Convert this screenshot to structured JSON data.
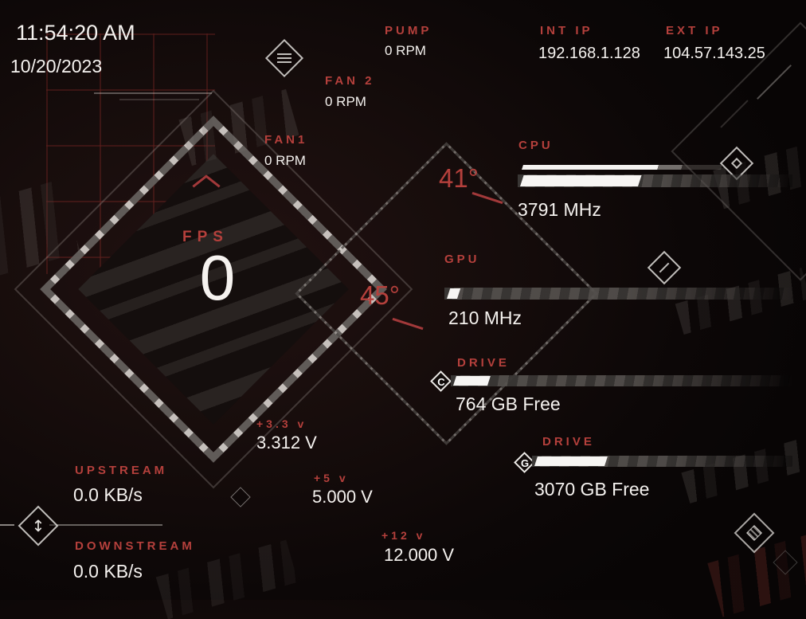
{
  "colors": {
    "accent_red": "#b5403c",
    "value_white": "#f5f2ef",
    "background": "#0c0707"
  },
  "clock": {
    "time": "11:54:20 AM",
    "date": "10/20/2023"
  },
  "pump": {
    "label": "PUMP",
    "value": "0 RPM"
  },
  "fan2": {
    "label": "FAN 2",
    "value": "0 RPM"
  },
  "fan1": {
    "label": "FAN1",
    "value": "0 RPM"
  },
  "int_ip": {
    "label": "INT IP",
    "value": "192.168.1.128"
  },
  "ext_ip": {
    "label": "EXT IP",
    "value": "104.57.143.25"
  },
  "fps": {
    "label": "FPS",
    "value": "0"
  },
  "cpu": {
    "label": "CPU",
    "temp": "41°",
    "clock": "3791 MHz",
    "load_pct": 43
  },
  "gpu": {
    "label": "GPU",
    "temp": "45°",
    "clock": "210 MHz",
    "load_pct": 3
  },
  "drive_c": {
    "letter": "C",
    "label": "DRIVE",
    "free": "764 GB Free",
    "bar_pct": 10
  },
  "drive_g": {
    "letter": "G",
    "label": "DRIVE",
    "free": "3070 GB Free",
    "bar_pct": 27
  },
  "volt_33": {
    "label": "+3.3 v",
    "value": "3.312 V"
  },
  "volt_5": {
    "label": "+5 v",
    "value": "5.000 V"
  },
  "volt_12": {
    "label": "+12 v",
    "value": "12.000 V"
  },
  "upstream": {
    "label": "UPSTREAM",
    "value": "0.0 KB/s"
  },
  "downstream": {
    "label": "DOWNSTREAM",
    "value": "0.0 KB/s"
  },
  "icons": {
    "updown_arrow": "↕"
  }
}
